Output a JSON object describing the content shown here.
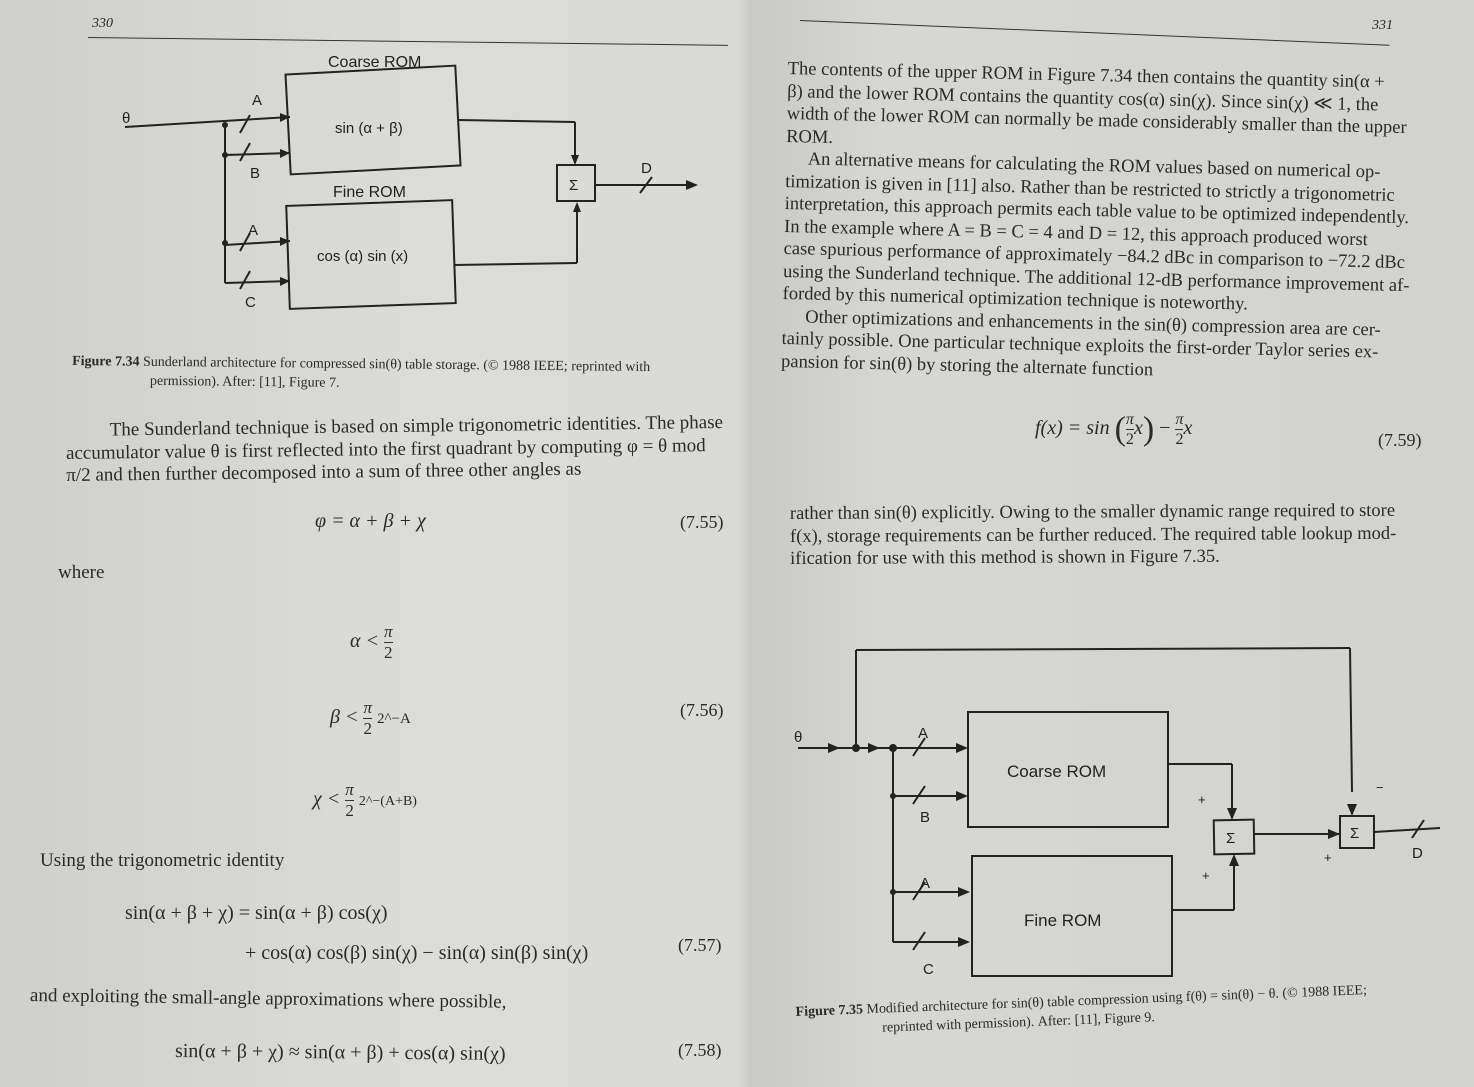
{
  "left_page": {
    "page_number": "330",
    "figure": {
      "coarse_rom_title": "Coarse ROM",
      "coarse_rom_content": "sin (α + β)",
      "fine_rom_title": "Fine ROM",
      "fine_rom_content": "cos (α) sin (x)",
      "input": "θ",
      "label_a1": "A",
      "label_b": "B",
      "label_a2": "A",
      "label_c": "C",
      "sum": "Σ",
      "output": "D"
    },
    "caption_label": "Figure 7.34",
    "caption_lines": [
      "Sunderland architecture for compressed sin(θ) table storage. (© 1988 IEEE; reprinted with",
      "permission). After: [11], Figure 7."
    ],
    "para1_lines": [
      "The Sunderland technique is based on simple trigonometric identities. The phase",
      "accumulator value θ is first reflected into the first quadrant by computing φ = θ mod",
      "π/2 and then further decomposed into a sum of three other angles as"
    ],
    "eq_7_55": "φ = α + β + χ",
    "eq_7_55_num": "(7.55)",
    "where": "where",
    "eq_alpha": "α <",
    "eq_beta": "β <",
    "eq_beta_exp": "2^−A",
    "eq_chi": "χ <",
    "eq_chi_exp": "2^−(A+B)",
    "pi": "π",
    "two": "2",
    "eq_7_56_num": "(7.56)",
    "identity_intro": "Using the trigonometric identity",
    "eq_7_57_line1": "sin(α + β + χ) = sin(α + β) cos(χ)",
    "eq_7_57_line2": "+ cos(α) cos(β) sin(χ) − sin(α) sin(β) sin(χ)",
    "eq_7_57_num": "(7.57)",
    "approx_intro": "and exploiting the small-angle approximations where possible,",
    "eq_7_58": "sin(α + β + χ) ≈ sin(α + β) + cos(α) sin(χ)",
    "eq_7_58_num": "(7.58)"
  },
  "right_page": {
    "page_number": "331",
    "para1_lines": [
      "The contents of the upper ROM in Figure 7.34 then contains the quantity sin(α +",
      "β) and the lower ROM contains the quantity cos(α) sin(χ). Since sin(χ) ≪ 1, the",
      "width of the lower ROM can normally be made considerably smaller than the upper",
      "ROM.",
      "     An alternative means for calculating the ROM values based on numerical op-",
      "timization is given in [11] also. Rather than be restricted to strictly a trigonometric",
      "interpretation, this approach permits each table value to be optimized independently.",
      "In the example where A = B = C = 4 and D = 12, this approach produced worst",
      "case spurious performance of approximately −84.2 dBc in comparison to −72.2 dBc",
      "using the Sunderland technique. The additional 12-dB performance improvement af-",
      "forded by this numerical optimization technique is noteworthy.",
      "     Other optimizations and enhancements in the sin(θ) compression area are cer-",
      "tainly possible. One particular technique exploits the first-order Taylor series ex-",
      "pansion for sin(θ) by storing the alternate function"
    ],
    "eq_7_59_lhs": "f(x) = sin",
    "eq_7_59_arg": "x",
    "eq_7_59_rhs": "− ",
    "eq_7_59_rhs_x": "x",
    "pi": "π",
    "two": "2",
    "eq_7_59_num": "(7.59)",
    "para2_lines": [
      "rather than sin(θ) explicitly. Owing to the smaller dynamic range required to store",
      "f(x), storage requirements can be further reduced. The required table lookup mod-",
      "ification for use with this method is shown in Figure 7.35."
    ],
    "figure": {
      "input": "θ",
      "coarse_rom_title": "Coarse ROM",
      "fine_rom_title": "Fine ROM",
      "label_a1": "A",
      "label_b": "B",
      "label_a2": "A",
      "label_c": "C",
      "sum": "Σ",
      "output": "D",
      "plus": "+",
      "minus": "−"
    },
    "caption_label": "Figure 7.35",
    "caption_lines": [
      "Modified architecture for sin(θ) table compression using f(θ) = sin(θ) − θ. (© 1988 IEEE;",
      "reprinted with permission). After: [11], Figure 9."
    ]
  }
}
